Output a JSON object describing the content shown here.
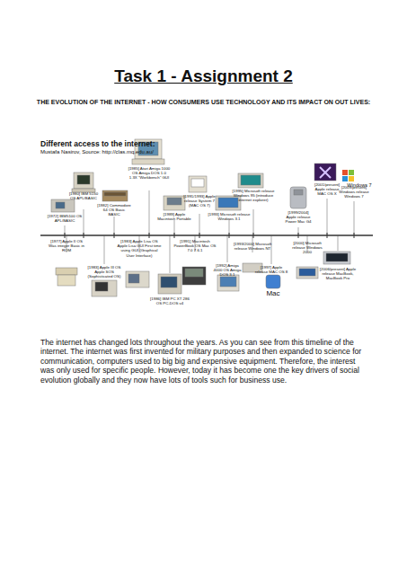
{
  "diagram": {
    "title": "Task 1 - Assignment 2",
    "labels": [
      "THE EVOLUTION OF THE INTERNET - HOW CONSUMERS USE TECHNOLOGY AND ITS IMPACT ON OUT LIVES:",
      "Different access to the internet:",
      "Mustafa Nasirov, Source: http://clas.mq.edu.au/",
      "[1972] IBM5100 OS APL/BASIC",
      "[1980] IBM 5150 OS APL/BASIC",
      "[1982] Commodore 64 OS Basic BASIC",
      "[1985] Atari Amiga 1000 OS Amiga DOS 1.0 1.3X \"Workbench\" GUI",
      "[1989] Apple Macintosh Portable",
      "[1991/1993] Apple release System 7 (MAC OS 7)",
      "[1993] Microsoft release Windows 3.1",
      "[1995] Microsoft release Windows 95 (introduce internet explorer)",
      "[1999/2004] Apple release Power Mac G4",
      "[2001/present] Apple release MAC OS X",
      "[2009/present] Windows release Windows 7",
      "[1977] Apple II OS Was integer Basic in ROM",
      "[1983] Apple III OS Apple SOS (Sophisticated OS)",
      "[1983] Apple Lisa OS Apple Lisa GUI First time using GUI (Graphical User Interface)",
      "[1986] IBM PC XT 286 OS PC-DOS v4",
      "[1991] Macintosh PowerBook OS Mac OS 7.0 7.6.1",
      "[1992] Amiga 4000 OS Amiga DOS 3.1",
      "[1993/2000] Microsoft release Windows NT",
      "[1997] Apple release MAC OS 8",
      "[2000] Microsoft release Windows 2000",
      "[2006/present] Apple release MacBook, MacBook Pro",
      "Mac",
      "Windows 7",
      "The internet has changed lots throughout the years. As you can see from this timeline of the internet. The internet was first invented for military purposes and then expanded to science for communication, computers used to big big and expensive equipment. Therefore, the interest was only used for specific people. However, today it has become one the key drivers of social evolution globally and they now have lots of tools such for business use."
    ]
  }
}
